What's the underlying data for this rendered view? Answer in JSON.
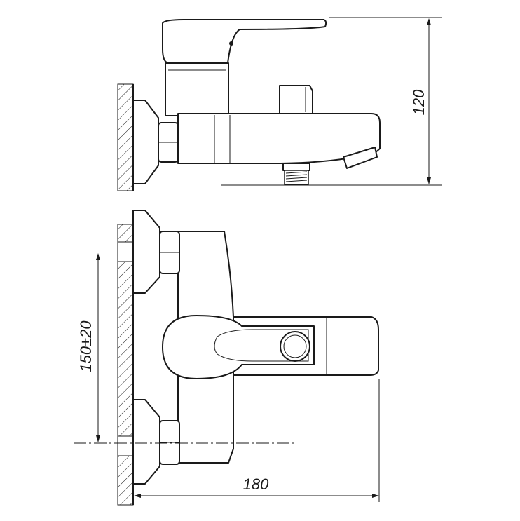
{
  "drawing": {
    "dimensions": {
      "height_label": "120",
      "center_distance_label": "150±20",
      "length_label": "180"
    }
  }
}
